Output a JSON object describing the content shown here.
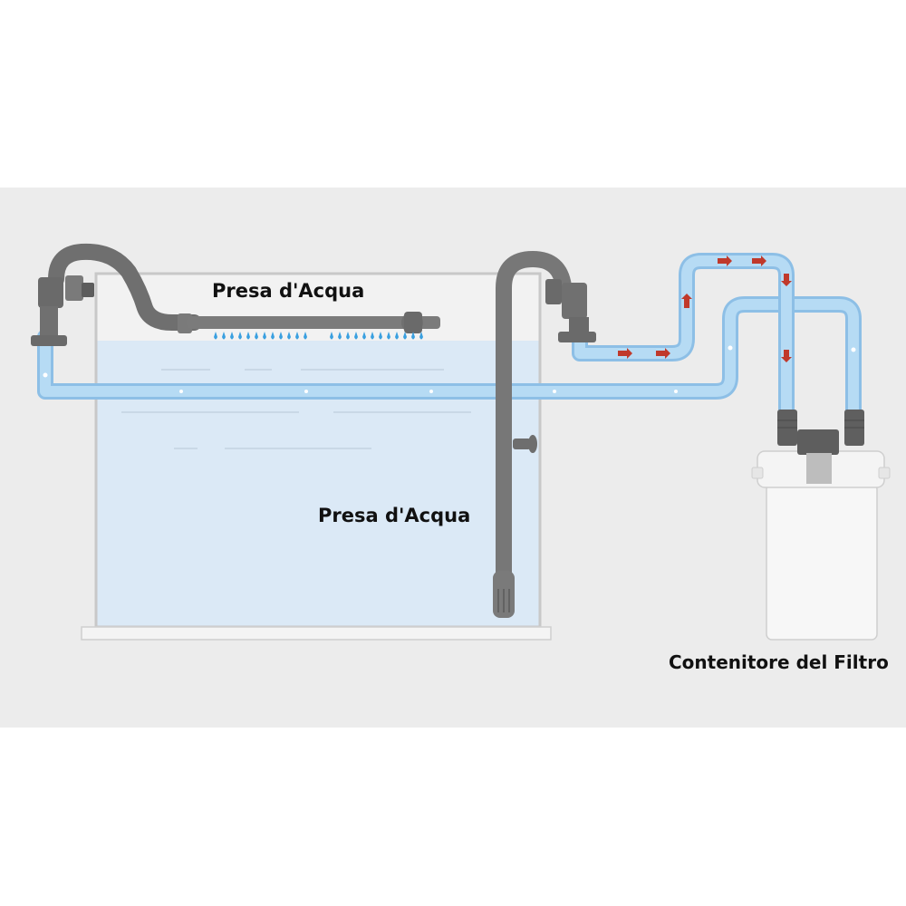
{
  "labels": {
    "outlet": "Presa d'Acqua",
    "inlet": "Presa d'Acqua",
    "canister": "Contenitore del Filtro"
  },
  "colors": {
    "background": "#ffffff",
    "panel": "#ececec",
    "water": "#dbe9f6",
    "hose": "#a9d2f0",
    "hose_edge": "#8dbfe6",
    "pipe": "#7f7f7f",
    "pipe_dark": "#5d5d5d",
    "flow_arrow": "#c0392b",
    "spray": "#3aa0e0",
    "canister_body": "#f7f7f7",
    "canister_edge": "#cfcfcf"
  },
  "icons": {
    "flow_arrow": "red-arrow",
    "spray": "water-drop"
  }
}
